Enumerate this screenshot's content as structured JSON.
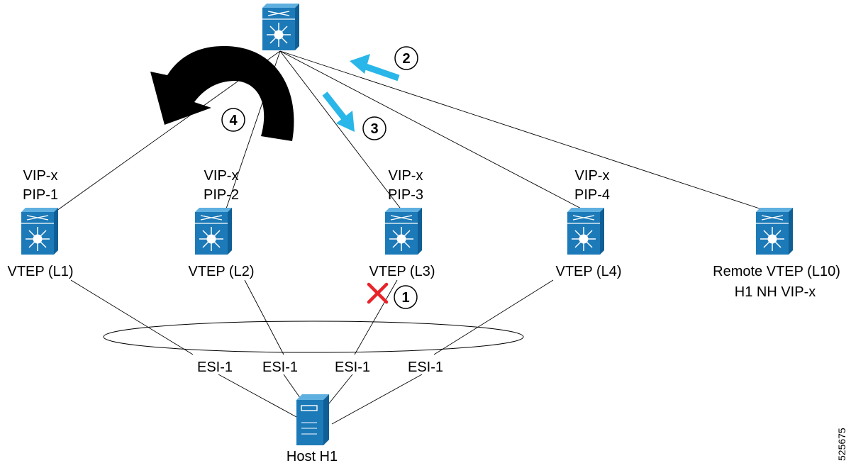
{
  "spine": {
    "icon": "switch-icon"
  },
  "leaves": [
    {
      "vip": "VIP-x",
      "pip": "PIP-1",
      "name": "VTEP (L1)"
    },
    {
      "vip": "VIP-x",
      "pip": "PIP-2",
      "name": "VTEP (L2)"
    },
    {
      "vip": "VIP-x",
      "pip": "PIP-3",
      "name": "VTEP (L3)"
    },
    {
      "vip": "VIP-x",
      "pip": "PIP-4",
      "name": "VTEP (L4)"
    }
  ],
  "remote": {
    "name": "Remote VTEP (L10)",
    "note": "H1 NH VIP-x"
  },
  "esi_links": [
    "ESI-1",
    "ESI-1",
    "ESI-1",
    "ESI-1"
  ],
  "host": {
    "name": "Host H1",
    "icon": "server-icon"
  },
  "steps": [
    "1",
    "2",
    "3",
    "4"
  ],
  "figure_id": "525675",
  "colors": {
    "device": "#1d7ab8",
    "arrow_cyan": "#29b6e8",
    "fail_x": "#e8232a"
  }
}
